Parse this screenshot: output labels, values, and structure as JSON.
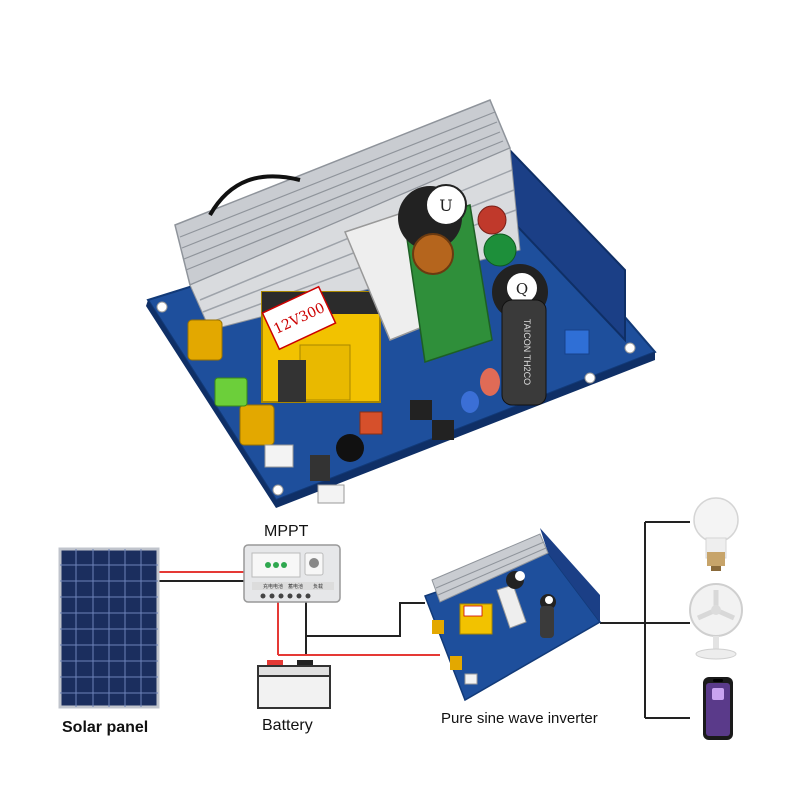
{
  "labels": {
    "mppt": "MPPT",
    "solar_panel": "Solar panel",
    "battery": "Battery",
    "inverter": "Pure sine wave inverter"
  },
  "board_markings": {
    "label_sticker": "12V300",
    "capacitor_text": "TAICON TH2CO",
    "inductor_u": "U",
    "inductor_q": "Q"
  },
  "mppt_port_labels": [
    "充电电池",
    "蓄电池",
    "负载"
  ],
  "colors": {
    "wire_red": "#e53935",
    "wire_black": "#222222",
    "pcb_blue": "#1e4f9c",
    "heatsink": "#c9ccd1",
    "transformer_yellow": "#f2c200"
  },
  "icons": {
    "loads": [
      "light-bulb-icon",
      "desk-fan-icon",
      "smartphone-icon"
    ]
  }
}
